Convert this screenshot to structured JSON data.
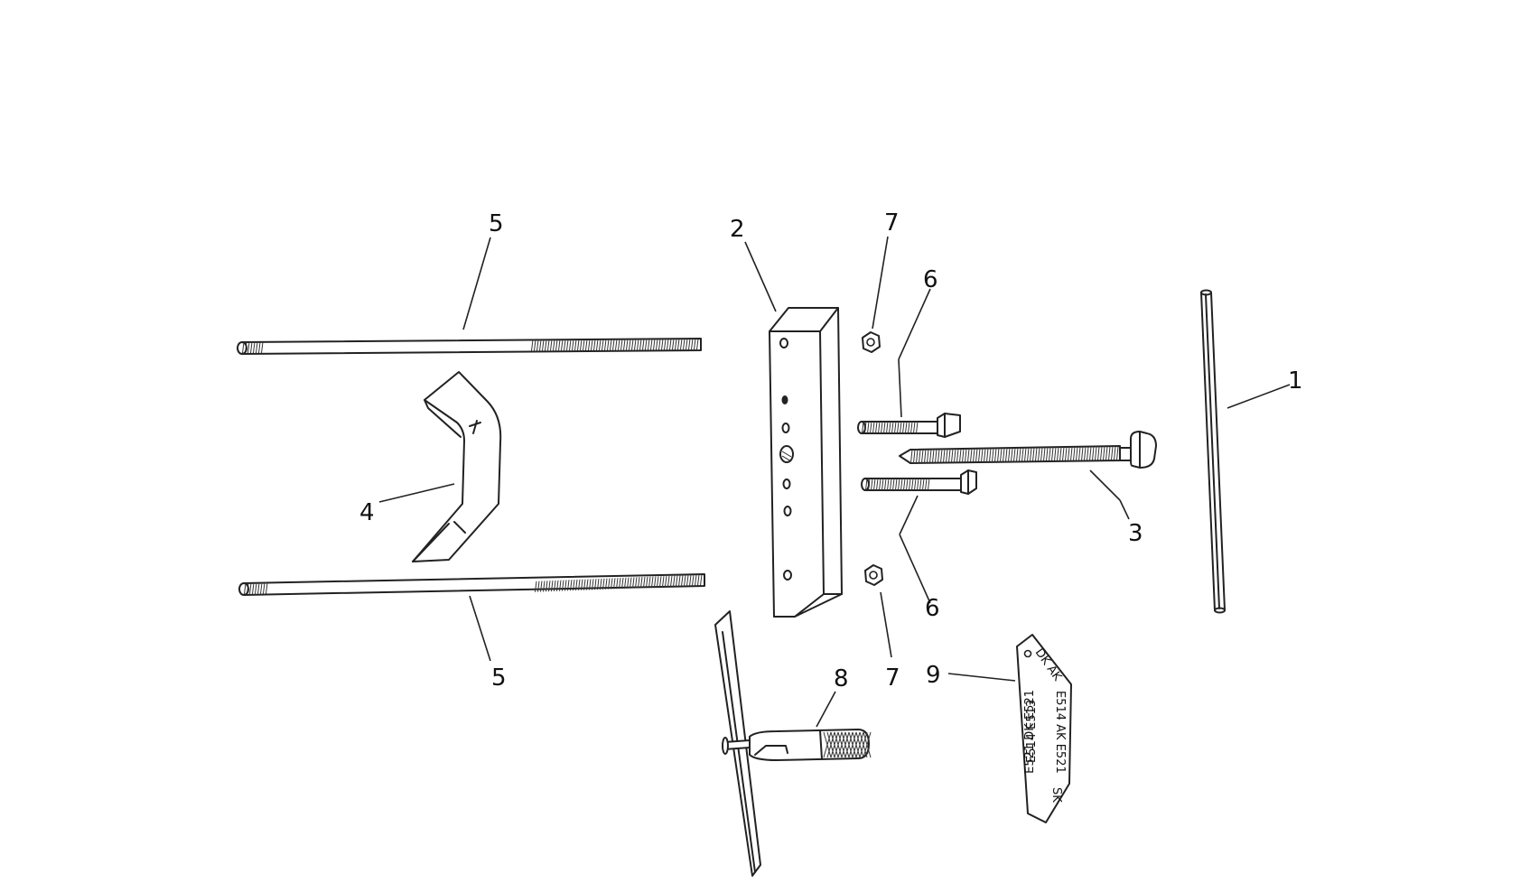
{
  "callouts": {
    "c1": "1",
    "c2": "2",
    "c3": "3",
    "c4": "4",
    "c5_top": "5",
    "c5_bottom": "5",
    "c6_top": "6",
    "c6_bottom": "6",
    "c7_top": "7",
    "c7_mid": "7",
    "c8": "8",
    "c9": "9"
  },
  "plate_markings": {
    "top_edge": "DK AK",
    "line1": "E514  AK E521",
    "line2": "E521  DK E521",
    "line3": "E514   E513",
    "mark": "SK"
  }
}
